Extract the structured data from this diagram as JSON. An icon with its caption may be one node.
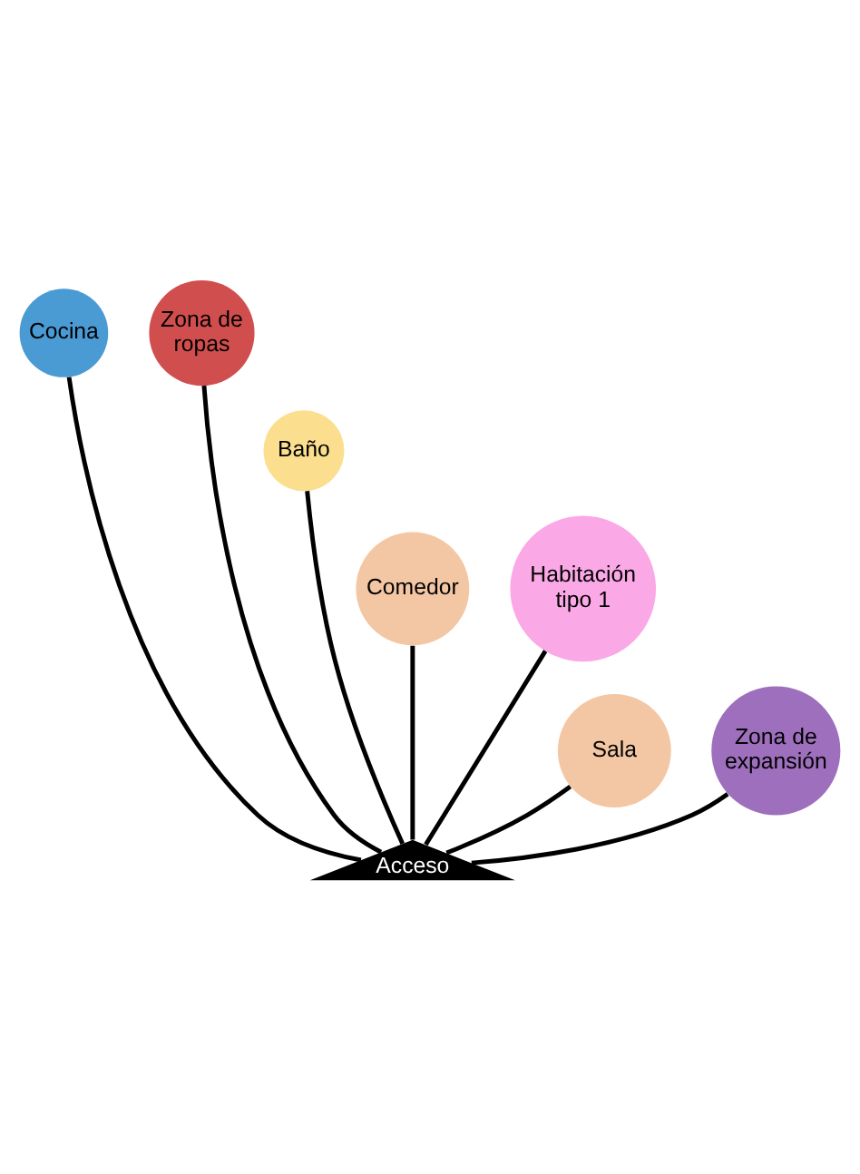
{
  "diagram": {
    "nodes": [
      {
        "text": [
          "Cocina"
        ]
      },
      {
        "text": [
          "Zona de ropas"
        ]
      },
      {
        "text": [
          "Baño"
        ]
      },
      {
        "text": [
          "Comedor"
        ]
      },
      {
        "text": [
          "Habitación tipo 1"
        ]
      },
      {
        "text": [
          "Sala"
        ]
      },
      {
        "text": [
          "Zona de expansión"
        ]
      },
      {
        "text": [
          "Acceso"
        ]
      }
    ],
    "edges": [
      {
        "from": 7,
        "to": 0,
        "arrow": "none"
      },
      {
        "from": 7,
        "to": 1,
        "arrow": "none"
      },
      {
        "from": 7,
        "to": 2,
        "arrow": "none"
      },
      {
        "from": 7,
        "to": 3,
        "arrow": "none"
      },
      {
        "from": 7,
        "to": 4,
        "arrow": "none"
      },
      {
        "from": 7,
        "to": 5,
        "arrow": "none"
      },
      {
        "from": 7,
        "to": 6,
        "arrow": "none"
      }
    ]
  }
}
